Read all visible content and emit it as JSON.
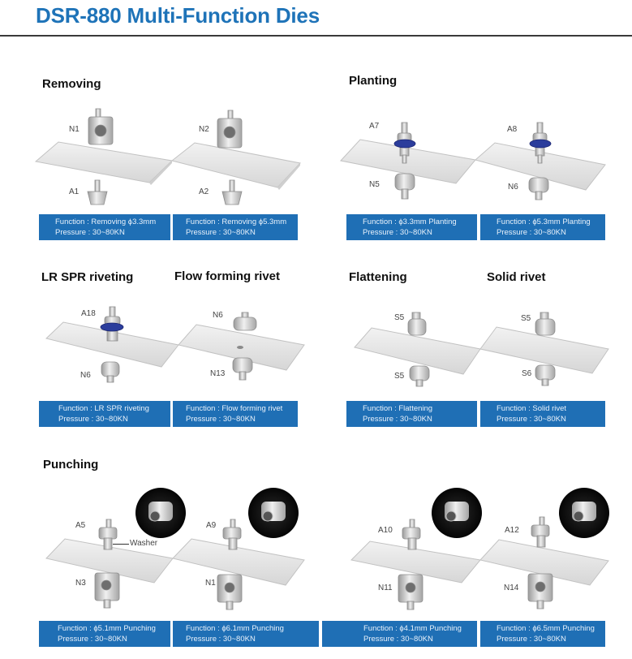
{
  "page": {
    "title": "DSR-880 Multi-Function Dies",
    "accent": "#1e73b8",
    "box_color": "#1f6fb5"
  },
  "sections": {
    "removing": "Removing",
    "planting": "Planting",
    "lr_spr": "LR SPR riveting",
    "flow_forming": "Flow forming rivet",
    "flattening": "Flattening",
    "solid_rivet": "Solid rivet",
    "punching": "Punching"
  },
  "labels": {
    "n1_a": "N1",
    "a1": "A1",
    "n2": "N2",
    "a2": "A2",
    "a7": "A7",
    "n5_a": "N5",
    "a8": "A8",
    "n6_a": "N6",
    "a18": "A18",
    "n6_b": "N6",
    "n6_c": "N6",
    "n13": "N13",
    "s5_a": "S5",
    "s5_b": "S5",
    "s5_c": "S5",
    "s6": "S6",
    "a5": "A5",
    "washer": "Washer",
    "n3": "N3",
    "a9": "A9",
    "n1_b": "N1",
    "a10": "A10",
    "n11": "N11",
    "a12": "A12",
    "n14": "N14"
  },
  "cards": {
    "removing_33": {
      "function": "Function : Removing ϕ3.3mm",
      "pressure": "Pressure : 30~80KN"
    },
    "removing_53": {
      "function": "Function : Removing ϕ5.3mm",
      "pressure": "Pressure : 30~80KN"
    },
    "planting_33": {
      "function": "Function : ϕ3.3mm Planting",
      "pressure": "Pressure : 30~80KN"
    },
    "planting_53": {
      "function": "Function : ϕ5.3mm Planting",
      "pressure": "Pressure : 30~80KN"
    },
    "lr_spr": {
      "function": "Function : LR SPR riveting",
      "pressure": "Pressure : 30~80KN"
    },
    "flow_forming": {
      "function": "Function : Flow forming rivet",
      "pressure": "Pressure : 30~80KN"
    },
    "flattening": {
      "function": "Function : Flattening",
      "pressure": "Pressure : 30~80KN"
    },
    "solid_rivet": {
      "function": "Function : Solid rivet",
      "pressure": "Pressure : 30~80KN"
    },
    "punch_51": {
      "function": "Function : ϕ5.1mm Punching",
      "pressure": "Pressure : 30~80KN"
    },
    "punch_61": {
      "function": "Function : ϕ6.1mm Punching",
      "pressure": "Pressure : 30~80KN"
    },
    "punch_41": {
      "function": "Function : ϕ4.1mm Punching",
      "pressure": "Pressure : 30~80KN"
    },
    "punch_65": {
      "function": "Function : ϕ6.5mm Punching",
      "pressure": "Pressure : 30~80KN"
    }
  }
}
